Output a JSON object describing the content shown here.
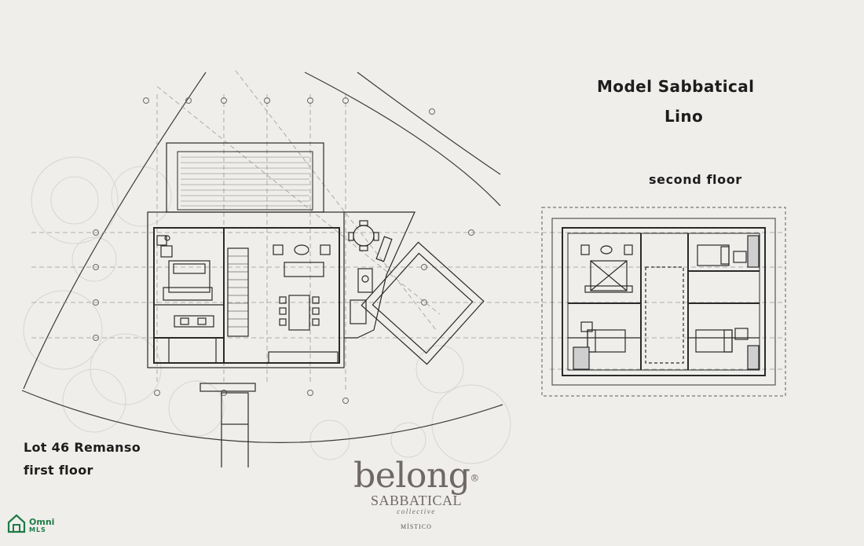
{
  "labels": {
    "model_title": "Model Sabbatical",
    "model_subtitle": "Lino",
    "second_floor": "second floor",
    "lot": "Lot 46 Remanso",
    "first_floor": "first floor"
  },
  "brand": {
    "main": "belong",
    "sub": "SABBATICAL",
    "collective": "collective",
    "location": "MÍSTICO",
    "registered": "®"
  },
  "watermark": {
    "name": "Omni",
    "sub": "MLS",
    "color": "#1e7a46"
  },
  "colors": {
    "background": "#efeeeb",
    "line": "#2a2a2a",
    "guide": "#8e8e8e",
    "brand": "#6e6866"
  }
}
